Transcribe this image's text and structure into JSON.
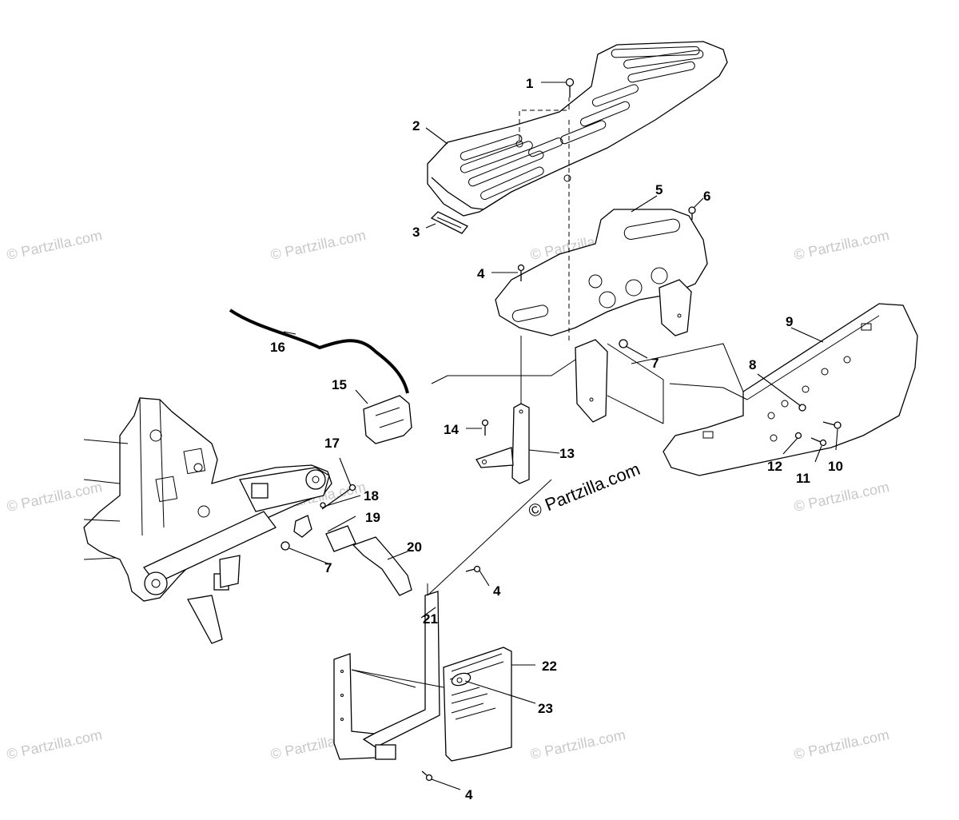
{
  "watermark": {
    "text": "© Partzilla.com",
    "center_text": "© Partzilla.com"
  },
  "callouts": [
    "1",
    "2",
    "3",
    "4",
    "5",
    "6",
    "7",
    "8",
    "9",
    "10",
    "11",
    "12",
    "13",
    "14",
    "15",
    "16",
    "17",
    "18",
    "19",
    "7",
    "20",
    "4",
    "21",
    "22",
    "23",
    "4"
  ],
  "colors": {
    "ink": "#000000",
    "watermark": "#c8c8c8",
    "background": "#ffffff"
  }
}
